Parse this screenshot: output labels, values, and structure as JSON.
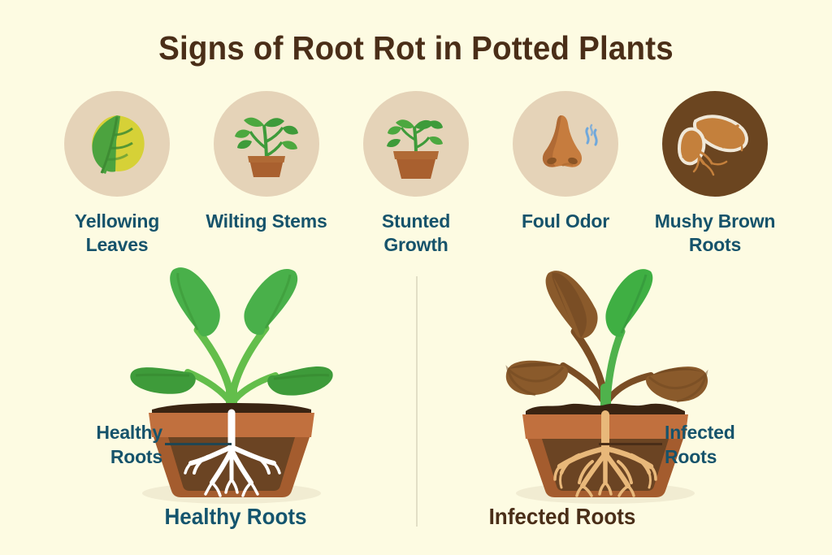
{
  "page": {
    "title": "Signs of Root Rot in Potted Plants",
    "background_color": "#FDFBE2",
    "title_color": "#4A2E18",
    "accent_teal": "#16536B",
    "accent_brown": "#4A2E18"
  },
  "signs": [
    {
      "icon_name": "yellowing-leaf-icon",
      "label": "Yellowing\nLeaves",
      "label_line1": "Yellowing",
      "label_line2": "Leaves",
      "circle_color": "#E5D3B8",
      "colors": {
        "green": "#4CA33F",
        "yellow": "#D6D137"
      }
    },
    {
      "icon_name": "wilting-plant-icon",
      "label": "Wilting Stems",
      "label_line1": "Wilting Stems",
      "label_line2": "",
      "circle_color": "#E5D3B8",
      "colors": {
        "green": "#3E9B3A",
        "pot": "#B06A35"
      }
    },
    {
      "icon_name": "stunted-plant-icon",
      "label": "Stunted\nGrowth",
      "label_line1": "Stunted",
      "label_line2": "Growth",
      "circle_color": "#E5D3B8",
      "colors": {
        "green": "#4CA83F",
        "pot": "#A9602F"
      }
    },
    {
      "icon_name": "nose-odor-icon",
      "label": "Foul Odor",
      "label_line1": "Foul Odor",
      "label_line2": "",
      "circle_color": "#EBD8BC",
      "colors": {
        "nose": "#C67C3E",
        "odor": "#6FA8DC"
      }
    },
    {
      "icon_name": "mushy-brown-roots-icon",
      "label": "Mushy Brown\nRoots",
      "label_line1": "Mushy Brown",
      "label_line2": "Roots",
      "circle_color": "#6B4520",
      "colors": {
        "root": "#C4803C",
        "outline": "#F0E8D8"
      }
    }
  ],
  "comparison": {
    "healthy": {
      "art_name": "healthy-potted-plant-illustration",
      "callout_line1": "Healthy",
      "callout_line2": "Roots",
      "caption": "Healthy Roots",
      "caption_color": "#15556E",
      "leaf_color": "#49B04A",
      "leaf_shade": "#3E9B3A",
      "stem_color": "#63BE4B",
      "root_color": "#FFFFFF",
      "pot_rim_color": "#C1703E",
      "pot_body_color": "#A45C2E",
      "soil_color": "#6B4423",
      "soil_top_color": "#3A2412"
    },
    "infected": {
      "art_name": "infected-potted-plant-illustration",
      "callout_line1": "Infected",
      "callout_line2": "Roots",
      "caption": "Infected Roots",
      "caption_color": "#4A2E18",
      "leaf_color_dead": "#8A5A2B",
      "leaf_shade_dead": "#6E4520",
      "leaf_color_alive": "#3FAF43",
      "stem_color": "#7A4D24",
      "root_color": "#E8B87A",
      "pot_rim_color": "#C1703E",
      "pot_body_color": "#A45C2E",
      "soil_color": "#6B4423",
      "soil_top_color": "#3A2412"
    },
    "divider_color": "#E2DFC6"
  }
}
